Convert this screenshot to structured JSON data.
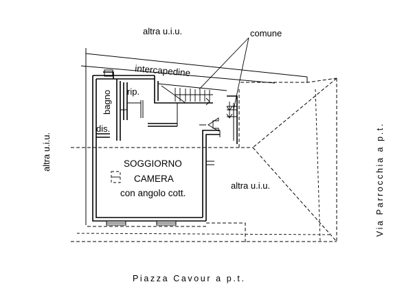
{
  "labels": {
    "altra_top": "altra u.i.u.",
    "comune": "comune",
    "intercapedine": "intercapedine",
    "rip": "rip.",
    "bagno": "bagno",
    "dis": "dis.",
    "altra_left": "altra u.i.u.",
    "soggiorno": "SOGGIORNO",
    "camera": "CAMERA",
    "angolo": "con angolo cott.",
    "altra_right": "altra u.i.u.",
    "via": "Via Parrocchia a p.t.",
    "piazza": "Piazza Cavour a p.t."
  }
}
